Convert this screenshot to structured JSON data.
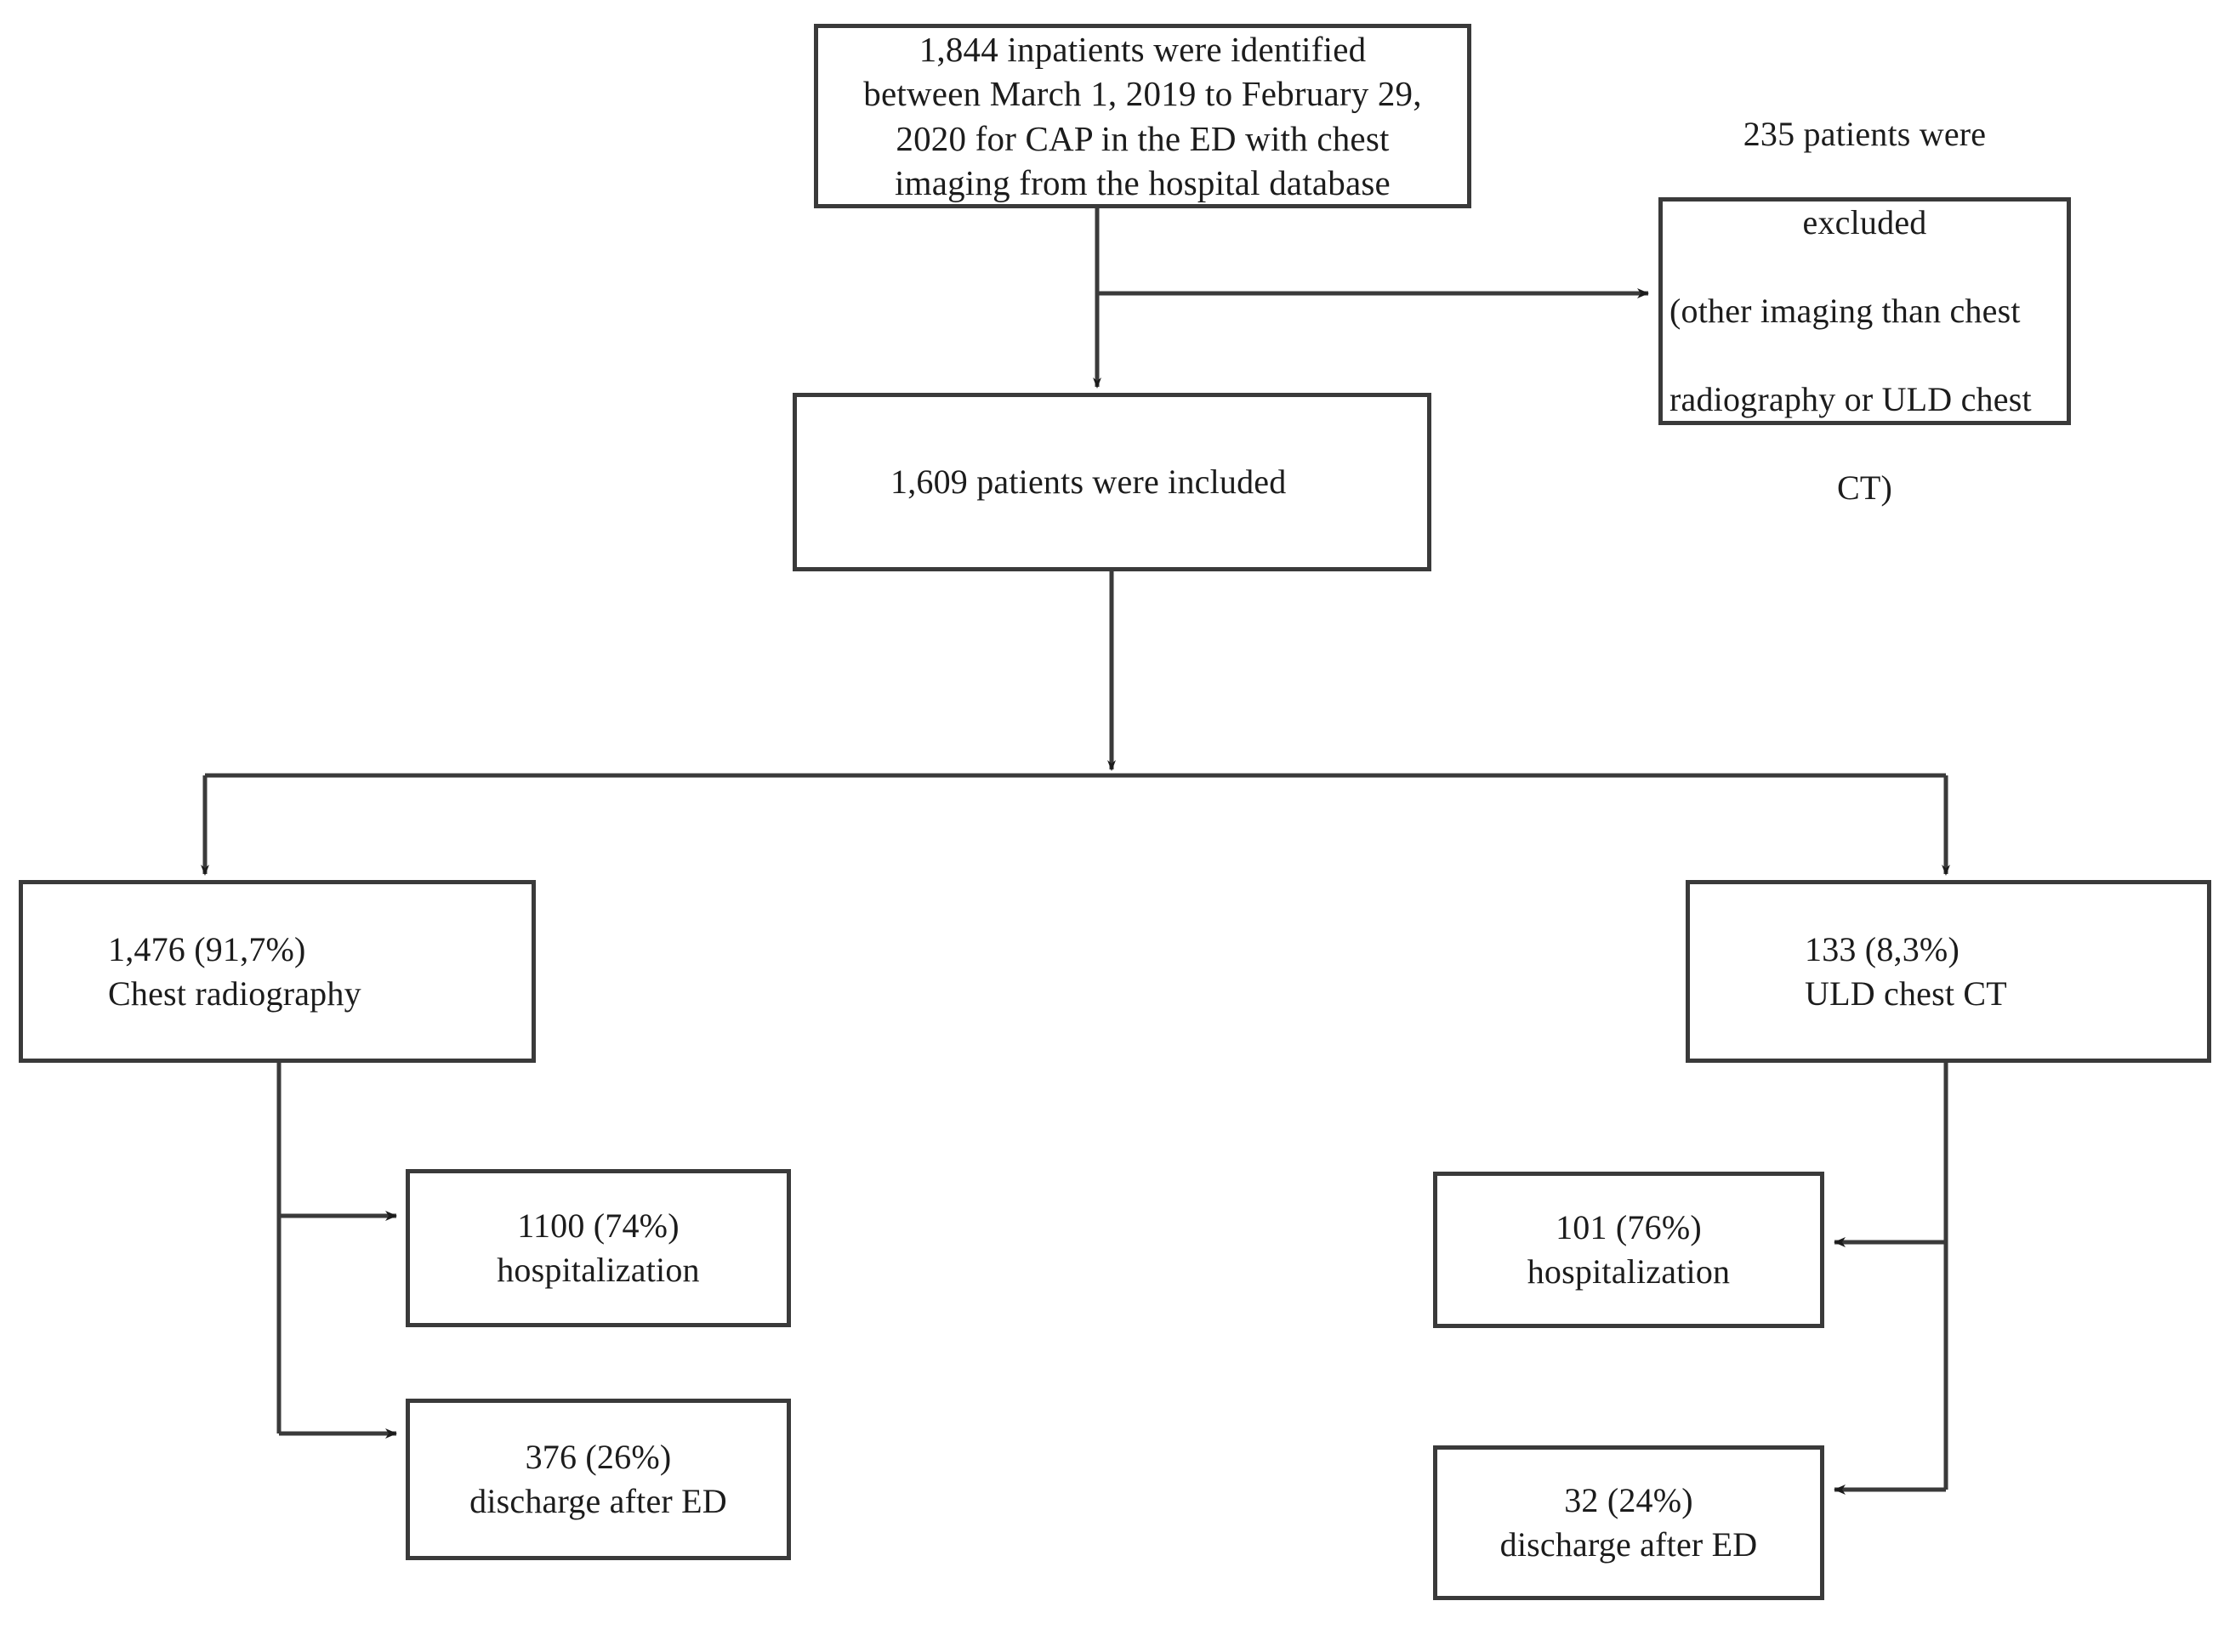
{
  "diagram": {
    "type": "flowchart",
    "title": "Patient selection flow diagram",
    "colors": {
      "box_border": "#3a3a3a",
      "edge_line": "#3a3a3a",
      "text": "#1c1c1c",
      "background": "#ffffff"
    },
    "nodes": {
      "identified": {
        "id": "identified",
        "text": "1,844 inpatients were identified\nbetween March 1, 2019 to February 29,\n2020 for CAP in the ED with chest\nimaging from the hospital database",
        "count": 1844
      },
      "excluded": {
        "id": "excluded",
        "line1": "235 patients were",
        "line2": "excluded",
        "line3": "(other imaging than chest",
        "line4": "radiography or ULD chest",
        "line5": "CT)",
        "count": 235
      },
      "included": {
        "id": "included",
        "text": "1,609 patients were included",
        "count": 1609
      },
      "chest_radiography": {
        "id": "chest-radiography",
        "text": "1,476 (91,7%)\nChest radiography",
        "count": 1476,
        "percent": "91,7%"
      },
      "uld_chest_ct": {
        "id": "uld-chest-ct",
        "text": "133  (8,3%)\nULD chest CT",
        "count": 133,
        "percent": "8,3%"
      },
      "cxr_hospitalization": {
        "id": "cxr-hospitalization",
        "text": "1100 (74%)\nhospitalization",
        "count": 1100,
        "percent": "74%"
      },
      "cxr_discharge": {
        "id": "cxr-discharge",
        "text": "376  (26%)\ndischarge after ED",
        "count": 376,
        "percent": "26%"
      },
      "uld_hospitalization": {
        "id": "uld-hospitalization",
        "text": "101 (76%)\nhospitalization",
        "count": 101,
        "percent": "76%"
      },
      "uld_discharge": {
        "id": "uld-discharge",
        "text": "32 (24%)\ndischarge after ED",
        "count": 32,
        "percent": "24%"
      }
    },
    "edges": [
      {
        "from": "identified",
        "to": "included",
        "style": "solid",
        "arrow": "down"
      },
      {
        "from": "identified",
        "to": "excluded",
        "style": "solid",
        "arrow": "right"
      },
      {
        "from": "included",
        "to": "chest_radiography",
        "style": "solid",
        "arrow": "down"
      },
      {
        "from": "included",
        "to": "uld_chest_ct",
        "style": "solid",
        "arrow": "down"
      },
      {
        "from": "chest_radiography",
        "to": "cxr_hospitalization",
        "style": "solid",
        "arrow": "right"
      },
      {
        "from": "chest_radiography",
        "to": "cxr_discharge",
        "style": "solid",
        "arrow": "right"
      },
      {
        "from": "uld_chest_ct",
        "to": "uld_hospitalization",
        "style": "solid",
        "arrow": "left"
      },
      {
        "from": "uld_chest_ct",
        "to": "uld_discharge",
        "style": "solid",
        "arrow": "left"
      }
    ]
  }
}
